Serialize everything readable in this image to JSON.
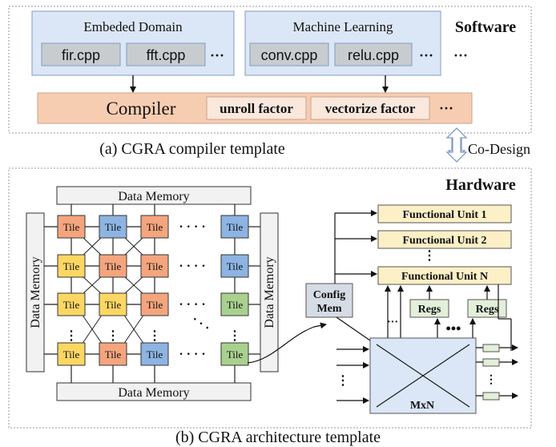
{
  "colors": {
    "light_blue": "#dbe7f6",
    "box_border": "#7f9cc0",
    "file_gray": "#c9cccf",
    "compiler_orange": "#f7cdb2",
    "factor_fill": "#fbe8dc",
    "tile_orange": "#f4a57e",
    "tile_blue": "#8db4e2",
    "tile_yellow": "#fcd763",
    "tile_green": "#a9d18e",
    "fu_yellow": "#fdf0c6",
    "regs_green": "#e2efd9",
    "mem_gray": "#f2f2f2",
    "config_fill": "#d6dce5"
  },
  "software": {
    "label": "Software",
    "embedded": {
      "title": "Embeded Domain",
      "files": [
        "fir.cpp",
        "fft.cpp"
      ],
      "more": "···"
    },
    "ml": {
      "title": "Machine Learning",
      "files": [
        "conv.cpp",
        "relu.cpp"
      ],
      "more": "···"
    },
    "outer_more": "···",
    "compiler": {
      "label": "Compiler",
      "factors": [
        "unroll factor",
        "vectorize factor"
      ],
      "more": "···"
    }
  },
  "caption_a": "(a) CGRA compiler template",
  "codesign": "Co-Design",
  "hardware": {
    "label": "Hardware",
    "data_memory_top": "Data Memory",
    "data_memory_bottom": "Data Memory",
    "data_memory_left": "Data Memory",
    "data_memory_right": "Data Memory",
    "tile_label": "Tile",
    "tile_rows": [
      [
        "orange",
        "blue",
        "orange",
        "blue"
      ],
      [
        "yellow",
        "orange",
        "orange",
        "blue"
      ],
      [
        "yellow",
        "yellow",
        "orange",
        "green"
      ],
      [
        "yellow",
        "orange",
        "blue",
        "green"
      ]
    ],
    "config_mem": [
      "Config",
      "Mem"
    ],
    "functional_units": [
      "Functional Unit 1",
      "Functional Unit 2",
      "Functional Unit N"
    ],
    "regs": [
      "Regs",
      "Regs"
    ],
    "crossbar": "MxN"
  },
  "caption_b": "(b) CGRA architecture template"
}
